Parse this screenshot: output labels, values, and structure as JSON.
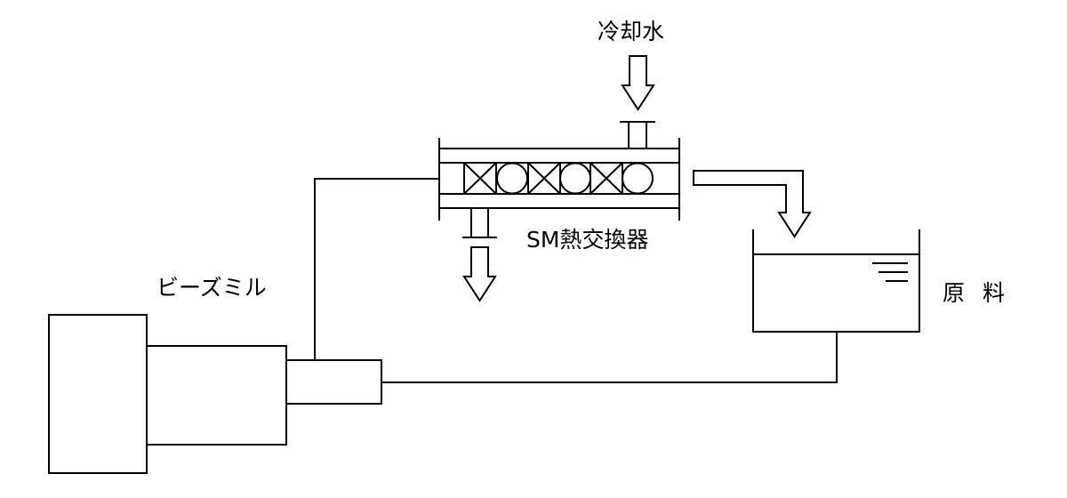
{
  "labels": {
    "cooling_water": "冷却水",
    "heat_exchanger": "SM熱交換器",
    "bead_mill": "ビーズミル",
    "raw_material": "原 料"
  },
  "colors": {
    "line": "#000000",
    "background": "#ffffff"
  },
  "mixer_elements": [
    "x-element",
    "o-element",
    "x-element",
    "o-element",
    "x-element",
    "o-element"
  ]
}
